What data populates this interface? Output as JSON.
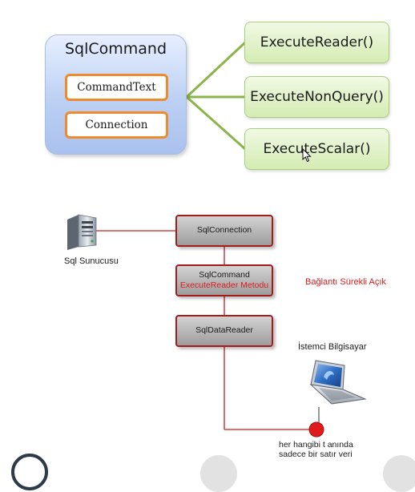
{
  "top_diagram": {
    "main": {
      "title": "SqlCommand",
      "properties": [
        "CommandText",
        "Connection"
      ]
    },
    "methods": [
      "ExecuteReader()",
      "ExecuteNonQuery()",
      "ExecuteScalar()"
    ]
  },
  "bottom_diagram": {
    "server_label": "Sql Sunucusu",
    "connection_box": "SqlConnection",
    "command_box": {
      "line1": "SqlCommand",
      "line2": "ExecuteReader Metodu"
    },
    "reader_box": "SqlDataReader",
    "status_text": "Bağlantı Sürekli Açık",
    "client_label": "İstemci Bilgisayar",
    "footnote": {
      "line1": "her hangibi t anında",
      "line2": "sadece bir satır veri"
    }
  },
  "colors": {
    "accent_red": "#e01b1b",
    "line_red": "#c81e1e",
    "connector_green": "#8ab54a",
    "property_border": "#f08a2c"
  },
  "icons": [
    "server-icon",
    "laptop-icon",
    "mouse-cursor-icon"
  ]
}
